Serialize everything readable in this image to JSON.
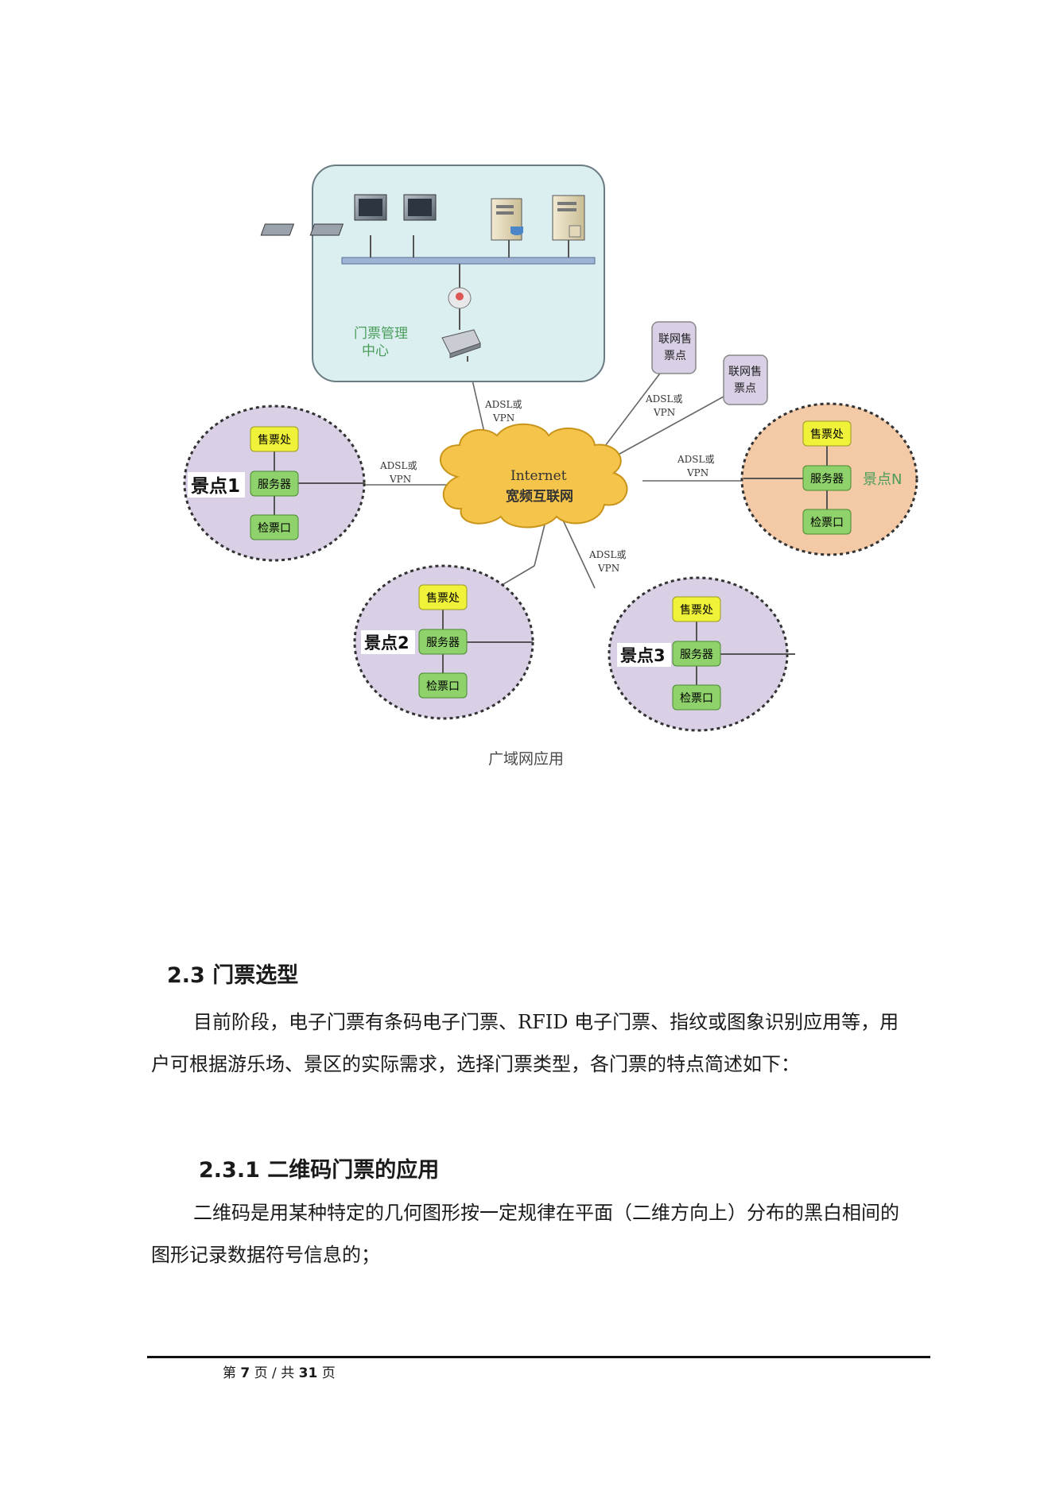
{
  "diagram": {
    "center_label_line1": "门票管理",
    "center_label_line2": "中心",
    "cloud_line1": "Internet",
    "cloud_line2": "宽频互联网",
    "link_line1": "ADSL或",
    "link_line2": "VPN",
    "outlet_line1": "联网售",
    "outlet_line2": "票点",
    "node_ticket_office": "售票处",
    "node_server": "服务器",
    "node_gate": "检票口",
    "site1_label": "景点1",
    "site2_label": "景点2",
    "site3_label": "景点3",
    "siteN_label": "景点N",
    "colors": {
      "center_fill": "#dbeef0",
      "site_fill": "#d9d0e6",
      "siteN_fill": "#f3c9a6",
      "cloud_fill": "#f5c44a",
      "node_yellow": "#f0f23a",
      "node_green": "#8fd16a",
      "outlet_fill": "#d9d0e6",
      "center_text": "#4a9d5a",
      "siteN_text": "#4a9d5a"
    }
  },
  "caption": "广域网应用",
  "section": {
    "heading": "2.3  门票选型",
    "paragraph": "目前阶段，电子门票有条码电子门票、RFID 电子门票、指纹或图象识别应用等，用户可根据游乐场、景区的实际需求，选择门票类型，各门票的特点简述如下："
  },
  "subsection": {
    "heading": "2.3.1  二维码门票的应用",
    "paragraph": "二维码是用某种特定的几何图形按一定规律在平面（二维方向上）分布的黑白相间的图形记录数据符号信息的；"
  },
  "footer": {
    "prefix": "第",
    "page": "7",
    "mid": "页 / 共",
    "total": "31",
    "suffix": "页"
  }
}
